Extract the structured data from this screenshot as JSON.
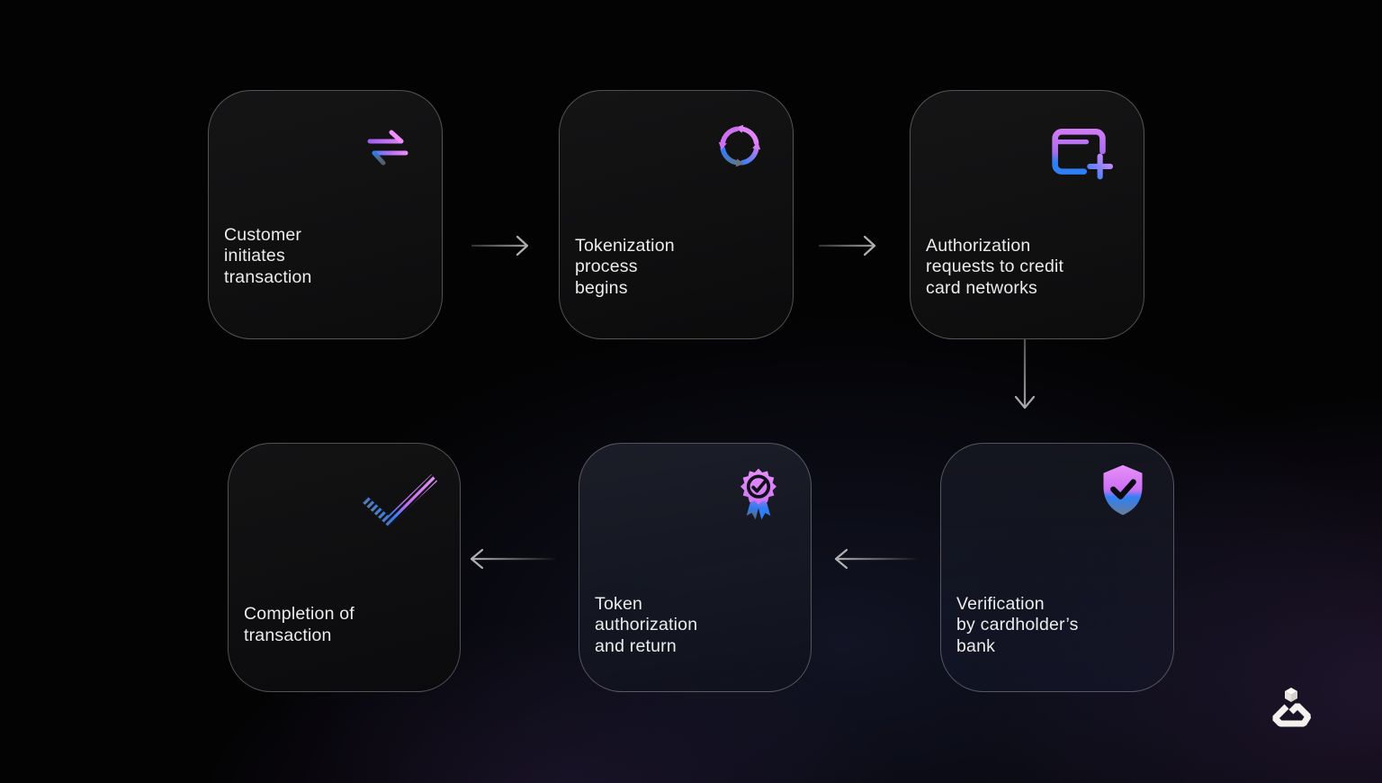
{
  "diagram": {
    "name": "payment-tokenization-flow",
    "steps": [
      {
        "id": "customer-initiates",
        "label": "Customer\ninitiates\ntransaction",
        "icon": "swap-arrows-icon"
      },
      {
        "id": "tokenization-begins",
        "label": "Tokenization\nprocess\nbegins",
        "icon": "cycle-arrows-icon"
      },
      {
        "id": "authorization-requests",
        "label": "Authorization\nrequests to credit\ncard networks",
        "icon": "card-plus-icon"
      },
      {
        "id": "bank-verification",
        "label": "Verification\nby cardholder’s\nbank",
        "icon": "shield-check-icon"
      },
      {
        "id": "token-authorization",
        "label": "Token\nauthorization\nand return",
        "icon": "badge-check-icon"
      },
      {
        "id": "transaction-completion",
        "label": "Completion of\ntransaction",
        "icon": "hatched-check-icon"
      }
    ],
    "connections": [
      {
        "from": "customer-initiates",
        "to": "tokenization-begins",
        "direction": "right"
      },
      {
        "from": "tokenization-begins",
        "to": "authorization-requests",
        "direction": "right"
      },
      {
        "from": "authorization-requests",
        "to": "bank-verification",
        "direction": "down"
      },
      {
        "from": "bank-verification",
        "to": "token-authorization",
        "direction": "left"
      },
      {
        "from": "token-authorization",
        "to": "transaction-completion",
        "direction": "left"
      }
    ],
    "branding": {
      "logo_icon": "isometric-cube-logo"
    },
    "palette": {
      "accent_pink": "#ea8ffa",
      "accent_violet": "#c76ef2",
      "accent_blue": "#2e7ef5",
      "accent_slate": "#6f7d88",
      "arrow_gray": "#b3b3b3",
      "text": "#ececec",
      "card_border": "rgba(255,255,255,0.28)",
      "background": "#030304"
    }
  }
}
